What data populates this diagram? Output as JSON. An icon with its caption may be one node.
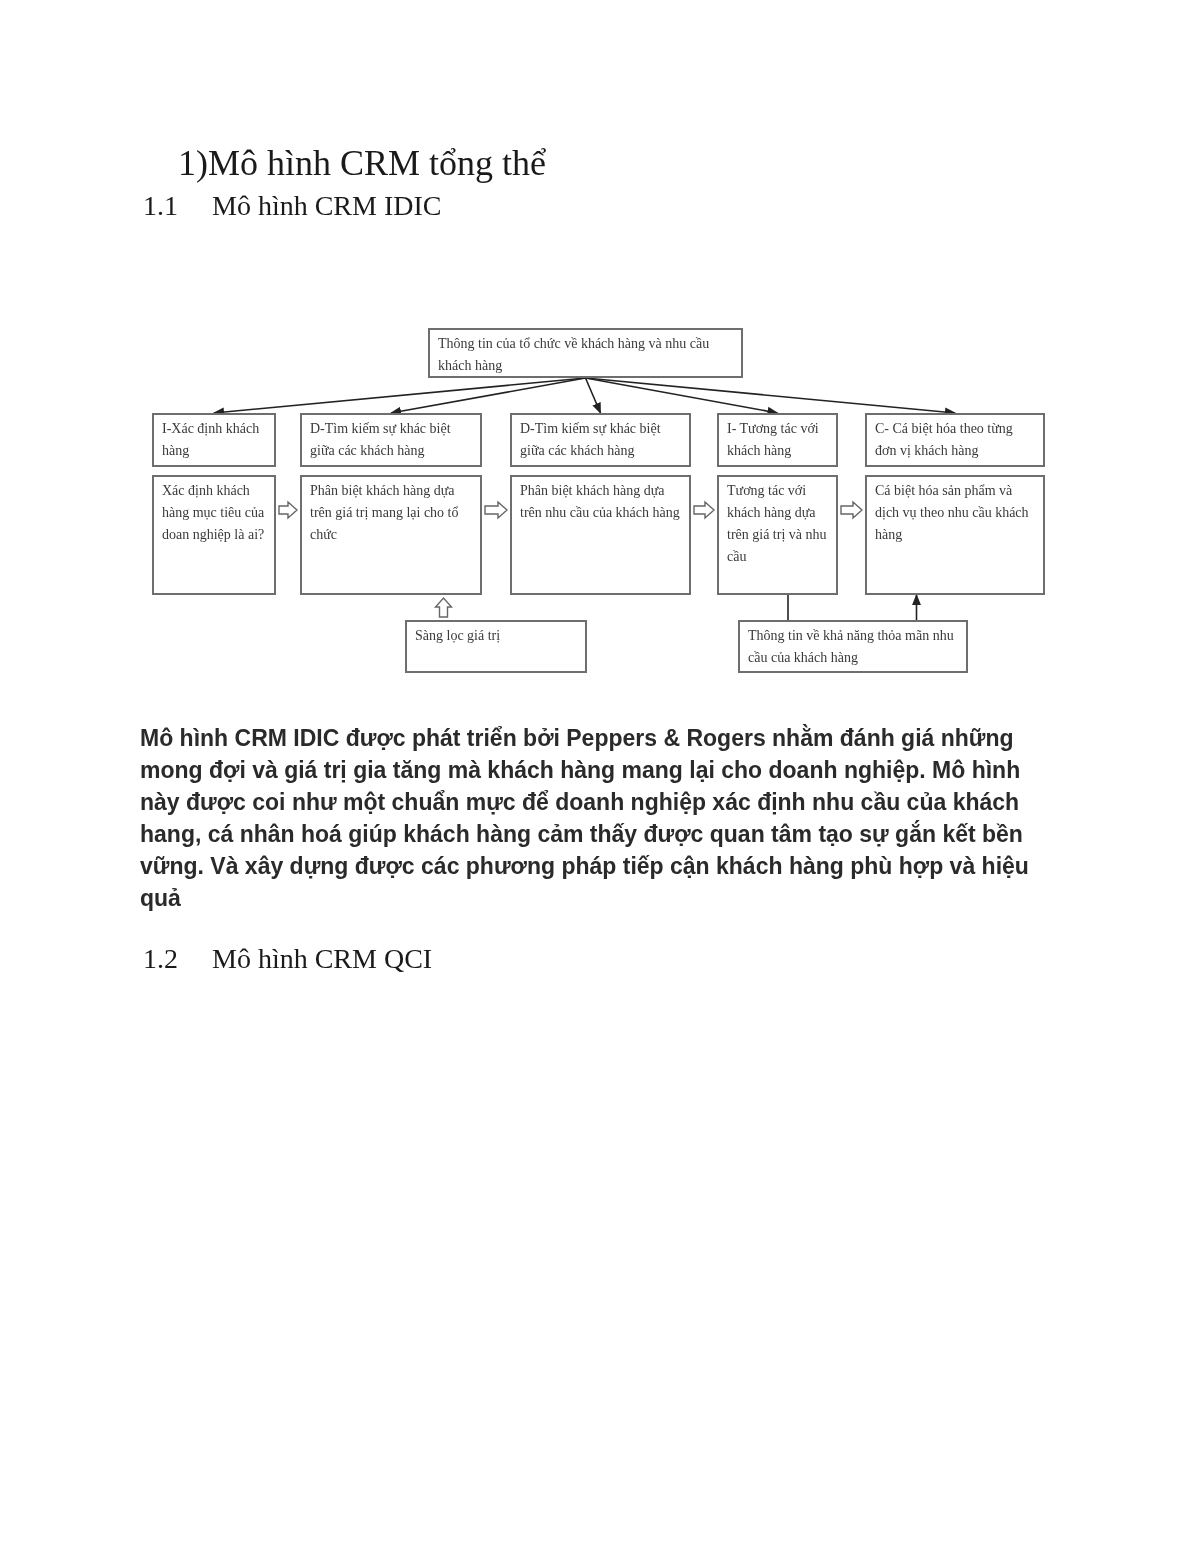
{
  "diagram": {
    "title": "1)Mô hình CRM tổng thể",
    "nodes": [
      {
        "text": [
          "Thông tin của tổ chức về khách hàng và nhu cầu khách hàng"
        ]
      },
      {
        "text": [
          "I-Xác định khách hàng"
        ]
      },
      {
        "text": [
          "D-Tìm kiếm sự khác biệt giữa các khách hàng"
        ]
      },
      {
        "text": [
          "D-Tìm kiếm sự khác biệt giữa các khách hàng"
        ]
      },
      {
        "text": [
          "I- Tương tác với khách hàng"
        ]
      },
      {
        "text": [
          "C- Cá biệt hóa theo từng đơn vị khách hàng"
        ]
      },
      {
        "text": [
          "Xác định khách hàng mục tiêu của doan nghiệp là ai?"
        ]
      },
      {
        "text": [
          "Phân biệt khách hàng dựa trên giá trị mang lại cho tổ chức"
        ]
      },
      {
        "text": [
          "Phân biệt khách hàng dựa trên nhu cầu của khách hàng"
        ]
      },
      {
        "text": [
          "Tương tác với khách hàng dựa trên giá trị và nhu cầu"
        ]
      },
      {
        "text": [
          "Cá biệt hóa sản phẩm và dịch vụ theo nhu cầu khách hàng"
        ]
      },
      {
        "text": [
          "Sàng lọc giá trị"
        ]
      },
      {
        "text": [
          "Thông tin về khả năng thỏa mãn nhu cầu của khách hàng"
        ]
      }
    ],
    "edges": [
      {
        "from": 0,
        "to": 1,
        "arrow": "to"
      },
      {
        "from": 0,
        "to": 2,
        "arrow": "to"
      },
      {
        "from": 0,
        "to": 3,
        "arrow": "to"
      },
      {
        "from": 0,
        "to": 4,
        "arrow": "to"
      },
      {
        "from": 0,
        "to": 5,
        "arrow": "to"
      },
      {
        "from": 6,
        "to": 7,
        "arrow": "to",
        "style": "thick"
      },
      {
        "from": 7,
        "to": 8,
        "arrow": "to",
        "style": "thick"
      },
      {
        "from": 8,
        "to": 9,
        "arrow": "to",
        "style": "thick"
      },
      {
        "from": 9,
        "to": 10,
        "arrow": "to",
        "style": "thick"
      },
      {
        "from": 11,
        "to": 7,
        "arrow": "to",
        "style": "thick"
      },
      {
        "from": 9,
        "to": 12,
        "arrow": "none"
      },
      {
        "from": 12,
        "to": 10,
        "arrow": "to"
      }
    ],
    "labels": [
      "1.1",
      "Mô hình CRM IDIC",
      "Mô hình CRM IDIC được phát triển bởi Peppers & Rogers nhằm đánh giá những mong đợi và giá trị gia tăng mà khách hàng mang lại cho doanh nghiệp. Mô hình này được coi như một chuẩn mực để doanh nghiệp xác định nhu cầu của khách hang, cá nhân hoá giúp khách hàng cảm thấy được quan tâm tạo sự gắn kết bền vững. Và xây dựng được các phương pháp tiếp cận khách hàng phù hợp và hiệu quả",
      "1.2",
      "Mô hình CRM QCI"
    ]
  }
}
